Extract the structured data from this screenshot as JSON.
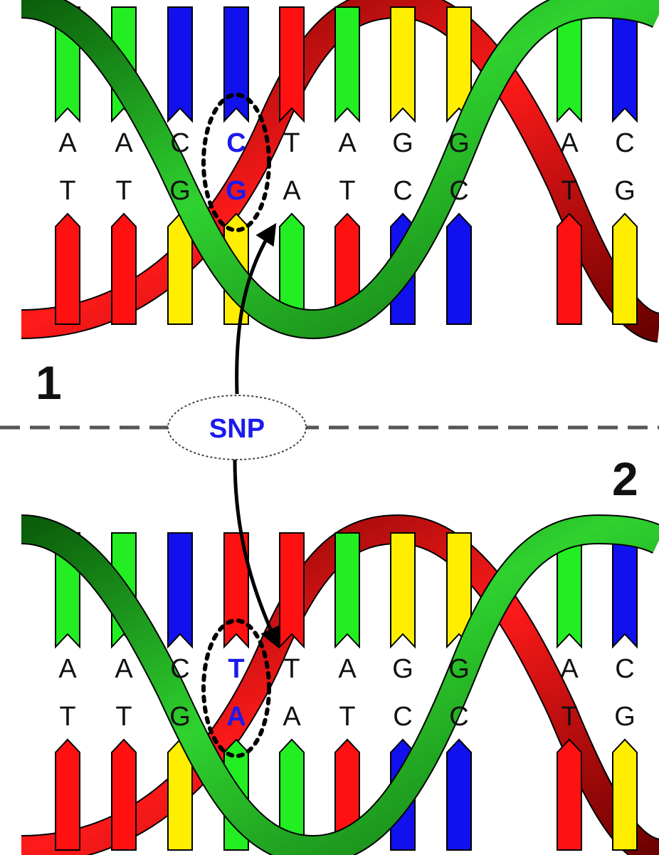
{
  "colors": {
    "A": "#22ee22",
    "T": "#ff1111",
    "C": "#1111ee",
    "G": "#ffee00",
    "strand_green": "#1aa51a",
    "strand_red": "#c80000",
    "snp_text": "#1a1aee",
    "divider": "#555555"
  },
  "panels": [
    {
      "number": "1",
      "pairs": [
        {
          "top": "A",
          "bottom": "T"
        },
        {
          "top": "A",
          "bottom": "T"
        },
        {
          "top": "C",
          "bottom": "G"
        },
        {
          "top": "C",
          "bottom": "G",
          "snp": true
        },
        {
          "top": "T",
          "bottom": "A"
        },
        {
          "top": "A",
          "bottom": "T"
        },
        {
          "top": "G",
          "bottom": "C"
        },
        {
          "top": "G",
          "bottom": "C"
        },
        {
          "top": "A",
          "bottom": "T"
        },
        {
          "top": "C",
          "bottom": "G"
        }
      ]
    },
    {
      "number": "2",
      "pairs": [
        {
          "top": "A",
          "bottom": "T"
        },
        {
          "top": "A",
          "bottom": "T"
        },
        {
          "top": "C",
          "bottom": "G"
        },
        {
          "top": "T",
          "bottom": "A",
          "snp": true
        },
        {
          "top": "T",
          "bottom": "A"
        },
        {
          "top": "A",
          "bottom": "T"
        },
        {
          "top": "G",
          "bottom": "C"
        },
        {
          "top": "G",
          "bottom": "C"
        },
        {
          "top": "A",
          "bottom": "T"
        },
        {
          "top": "C",
          "bottom": "G"
        }
      ]
    }
  ],
  "snp_label": "SNP"
}
